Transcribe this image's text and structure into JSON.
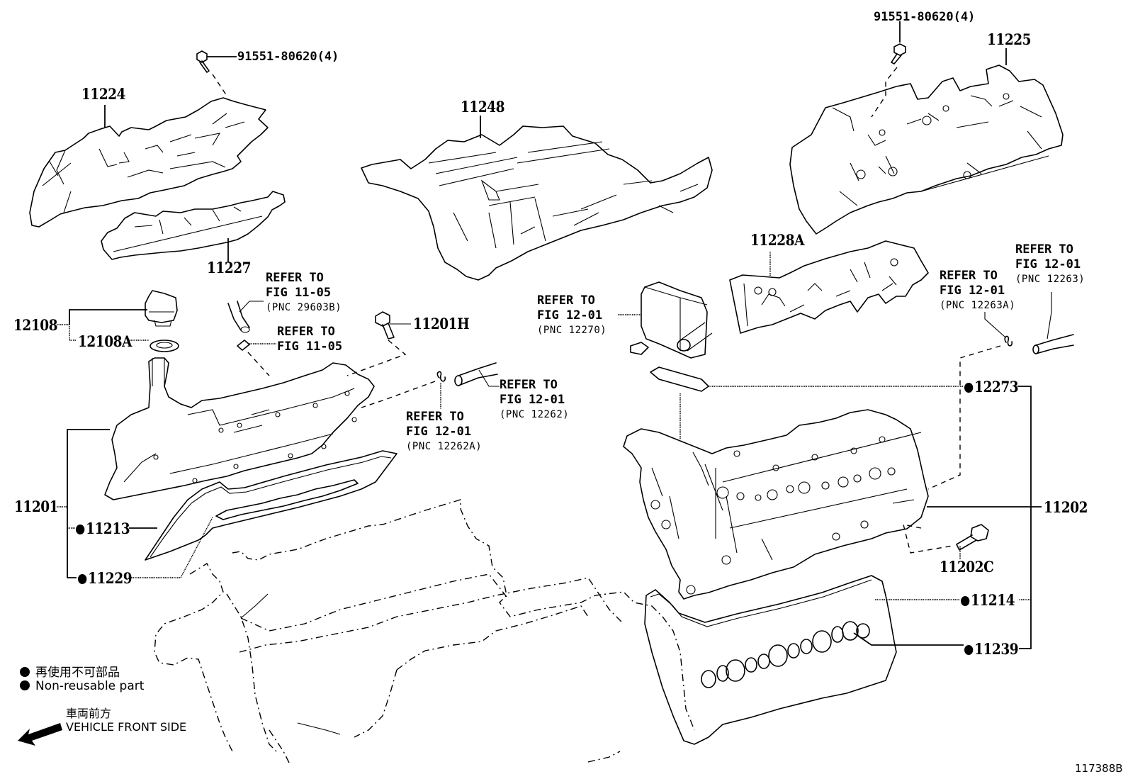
{
  "diagram": {
    "figure_id": "117388B",
    "bolts": [
      {
        "pnc": "91551-80620(4)",
        "location": "left head cover"
      },
      {
        "pnc": "91551-80620(4)",
        "location": "right head cover"
      }
    ],
    "parts": {
      "p11224": "11224",
      "p11227": "11227",
      "p11248": "11248",
      "p11225": "11225",
      "p11228A": "11228A",
      "p12108": "12108",
      "p12108A": "12108A",
      "p11201H": "11201H",
      "p11201": "11201",
      "p11213": "11213",
      "p11229": "11229",
      "p12273": "12273",
      "p11202": "11202",
      "p11202C": "11202C",
      "p11214": "11214",
      "p11239": "11239"
    },
    "non_reusable": [
      "11213",
      "11229",
      "12273",
      "11214",
      "11239"
    ],
    "references": [
      {
        "line1": "REFER TO",
        "line2": "FIG 11-05",
        "line3": "(PNC 29603B)"
      },
      {
        "line1": "REFER TO",
        "line2": "FIG 11-05",
        "line3": ""
      },
      {
        "line1": "REFER TO",
        "line2": "FIG 12-01",
        "line3": "(PNC 12262)"
      },
      {
        "line1": "REFER TO",
        "line2": "FIG 12-01",
        "line3": "(PNC 12262A)"
      },
      {
        "line1": "REFER TO",
        "line2": "FIG 12-01",
        "line3": "(PNC 12270)"
      },
      {
        "line1": "REFER TO",
        "line2": "FIG 12-01",
        "line3": "(PNC 12263A)"
      },
      {
        "line1": "REFER TO",
        "line2": "FIG 12-01",
        "line3": "(PNC 12263)"
      }
    ]
  },
  "legend": {
    "non_reusable_jp": "再使用不可部品",
    "non_reusable_en": "Non-reusable part",
    "front_jp": "車両前方",
    "front_en": "VEHICLE FRONT SIDE"
  }
}
